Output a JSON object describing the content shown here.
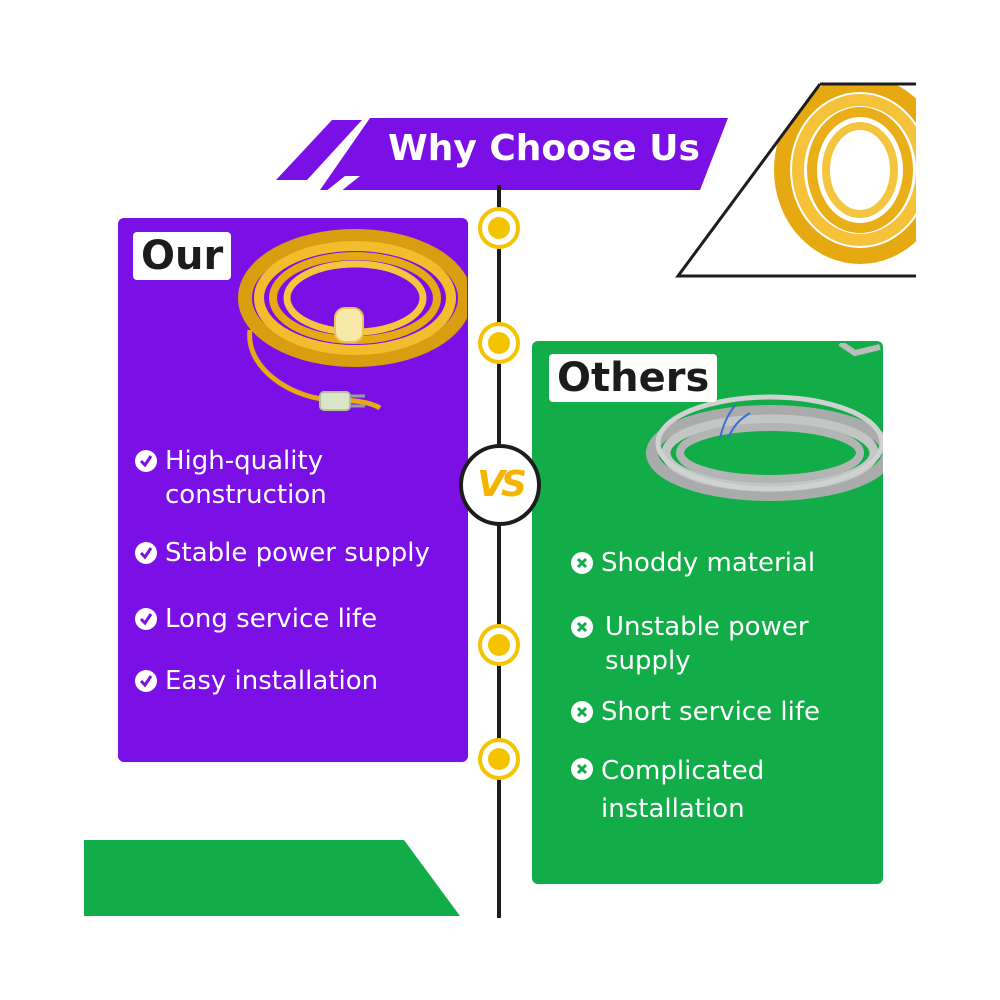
{
  "header": {
    "title": "Why Choose Us"
  },
  "our": {
    "label": "Our",
    "features": [
      "High-quality\nconstruction",
      "Stable power supply",
      "Long service life",
      "Easy installation"
    ]
  },
  "others": {
    "label": "Others",
    "features": [
      "Shoddy material",
      "Unstable power\nsupply",
      "Short service life",
      "Complicated\ninstallation"
    ]
  },
  "versus": {
    "label": "VS"
  },
  "colors": {
    "purple": "#7b10e6",
    "green": "#12ac48",
    "yellow": "#f5c400",
    "cable_yellow": "#f2b41a",
    "cable_gray": "#b9bcbb",
    "line": "#1d1d1d"
  },
  "icons": {
    "our_marker": "check-circle-icon",
    "others_marker": "x-circle-icon"
  }
}
